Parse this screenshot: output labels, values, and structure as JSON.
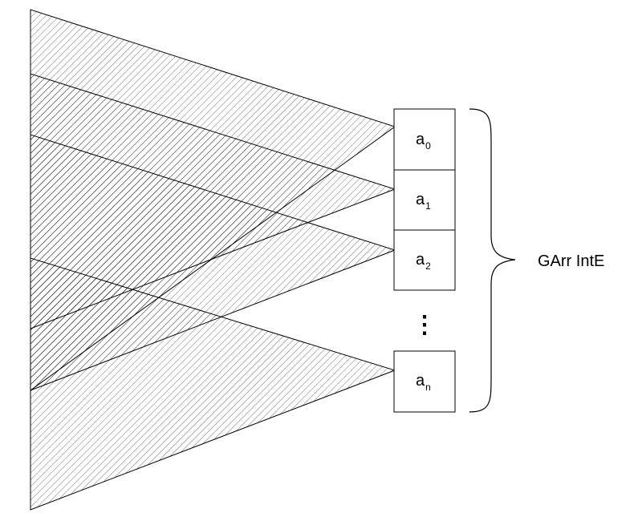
{
  "cells": [
    {
      "base": "a",
      "sub": "0"
    },
    {
      "base": "a",
      "sub": "1"
    },
    {
      "base": "a",
      "sub": "2"
    },
    {
      "base": "a",
      "sub": "n"
    }
  ],
  "ellipsis": "⋮",
  "brace_label": "GArr IntE"
}
